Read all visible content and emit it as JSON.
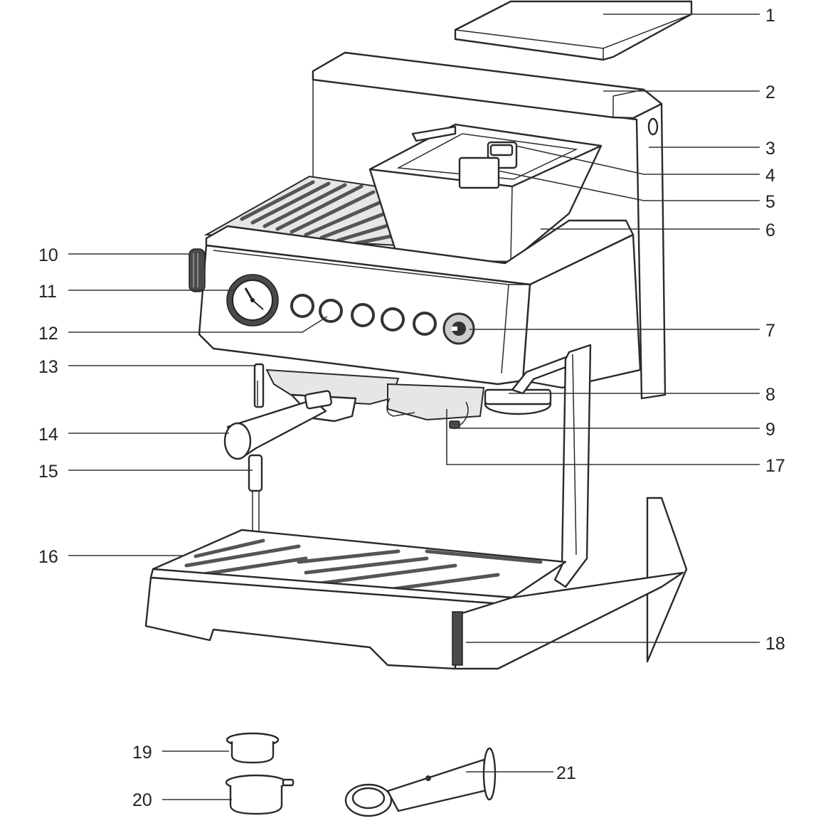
{
  "diagram": {
    "callouts": [
      {
        "n": "1"
      },
      {
        "n": "2"
      },
      {
        "n": "3"
      },
      {
        "n": "4"
      },
      {
        "n": "5"
      },
      {
        "n": "6"
      },
      {
        "n": "7"
      },
      {
        "n": "8"
      },
      {
        "n": "9"
      },
      {
        "n": "10"
      },
      {
        "n": "11"
      },
      {
        "n": "12"
      },
      {
        "n": "13"
      },
      {
        "n": "14"
      },
      {
        "n": "15"
      },
      {
        "n": "16"
      },
      {
        "n": "17"
      },
      {
        "n": "18"
      },
      {
        "n": "19"
      },
      {
        "n": "20"
      },
      {
        "n": "21"
      }
    ]
  }
}
